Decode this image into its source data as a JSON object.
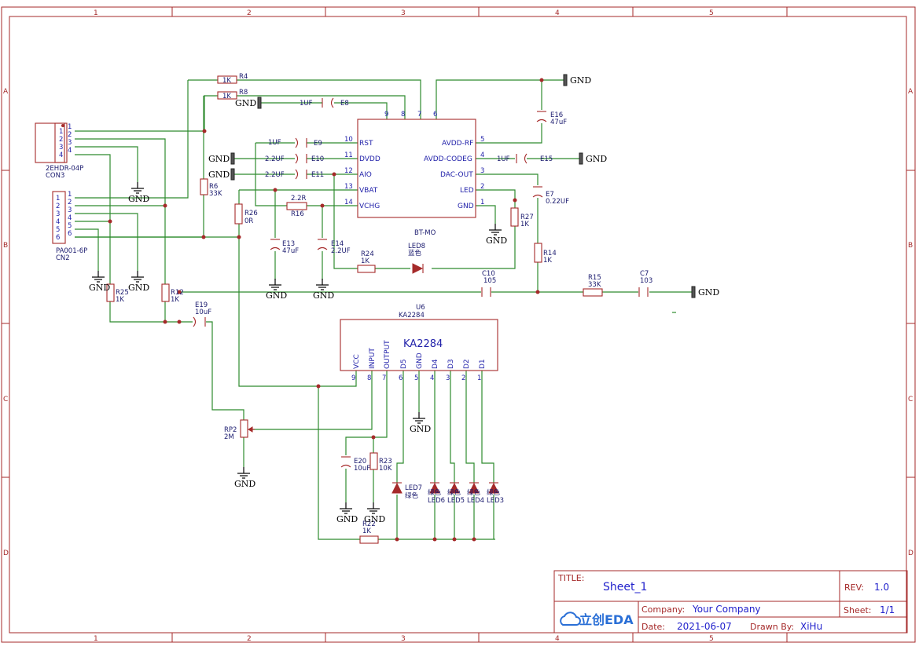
{
  "zones": {
    "cols": [
      "1",
      "2",
      "3",
      "4",
      "5"
    ],
    "rows": [
      "A",
      "B",
      "C",
      "D"
    ]
  },
  "title_block": {
    "title_label": "TITLE:",
    "title": "Sheet_1",
    "rev_label": "REV:",
    "rev": "1.0",
    "company_label": "Company:",
    "company": "Your Company",
    "sheet_label": "Sheet:",
    "sheet": "1/1",
    "date_label": "Date:",
    "date": "2021-06-07",
    "drawn_label": "Drawn By:",
    "drawn": "XiHu",
    "logo": "立创EDA"
  },
  "bt_module": {
    "ref": "BT-MO",
    "pins_left": [
      {
        "num": "10",
        "name": "RST"
      },
      {
        "num": "11",
        "name": "DVDD"
      },
      {
        "num": "12",
        "name": "AIO"
      },
      {
        "num": "13",
        "name": "VBAT"
      },
      {
        "num": "14",
        "name": "VCHG"
      }
    ],
    "pins_right": [
      {
        "num": "5",
        "name": "AVDD-RF"
      },
      {
        "num": "4",
        "name": "AVDD-CODEG"
      },
      {
        "num": "3",
        "name": "DAC-OUT"
      },
      {
        "num": "2",
        "name": "LED"
      },
      {
        "num": "1",
        "name": "GND"
      }
    ],
    "pins_top": [
      "9",
      "8",
      "7",
      "6"
    ]
  },
  "u6": {
    "ref": "U6",
    "value": "KA2284",
    "name": "KA2284",
    "pins": [
      {
        "num": "9",
        "name": "VCC"
      },
      {
        "num": "8",
        "name": "INPUT"
      },
      {
        "num": "7",
        "name": "OUTPUT"
      },
      {
        "num": "6",
        "name": "D5"
      },
      {
        "num": "5",
        "name": "GND"
      },
      {
        "num": "4",
        "name": "D4"
      },
      {
        "num": "3",
        "name": "D3"
      },
      {
        "num": "2",
        "name": "D2"
      },
      {
        "num": "1",
        "name": "D1"
      }
    ]
  },
  "con3": {
    "ref": "CON3",
    "value": "2EHDR-04P",
    "pins": [
      "1",
      "2",
      "3",
      "4"
    ],
    "pins_out": [
      "1",
      "2",
      "3",
      "4"
    ]
  },
  "cn2": {
    "ref": "CN2",
    "value": "PA001-6P",
    "pins": [
      "1",
      "2",
      "3",
      "4",
      "5",
      "6"
    ],
    "pins_out": [
      "1",
      "2",
      "3",
      "4",
      "5",
      "6"
    ]
  },
  "resistors": {
    "r4": {
      "ref": "R4",
      "value": "1K"
    },
    "r8": {
      "ref": "R8",
      "value": "1K"
    },
    "r6": {
      "ref": "R6",
      "value": "33K"
    },
    "r16": {
      "ref": "R16",
      "value": "2.2R"
    },
    "r26": {
      "ref": "R26",
      "value": "0R"
    },
    "r27": {
      "ref": "R27",
      "value": "1K"
    },
    "r14": {
      "ref": "R14",
      "value": "1K"
    },
    "r24": {
      "ref": "R24",
      "value": "1K"
    },
    "r15": {
      "ref": "R15",
      "value": "33K"
    },
    "r25": {
      "ref": "R25",
      "value": "1K"
    },
    "r12": {
      "ref": "R12",
      "value": "1K"
    },
    "r23": {
      "ref": "R23",
      "value": "10K"
    },
    "r22": {
      "ref": "R22",
      "value": "1K"
    },
    "rp2": {
      "ref": "RP2",
      "value": "2M"
    }
  },
  "capacitors": {
    "e8": {
      "ref": "E8",
      "value": "1UF"
    },
    "e9": {
      "ref": "E9",
      "value": "1UF"
    },
    "e10": {
      "ref": "E10",
      "value": "2.2UF"
    },
    "e11": {
      "ref": "E11",
      "value": "2.2UF"
    },
    "e16": {
      "ref": "E16",
      "value": "47uF"
    },
    "e15": {
      "ref": "E15",
      "value": "1UF"
    },
    "e7": {
      "ref": "E7",
      "value": "0.22UF"
    },
    "e13": {
      "ref": "E13",
      "value": "47uF"
    },
    "e14": {
      "ref": "E14",
      "value": "2.2UF"
    },
    "c10": {
      "ref": "C10",
      "value": "105"
    },
    "c7": {
      "ref": "C7",
      "value": "103"
    },
    "e19": {
      "ref": "E19",
      "value": "10uF"
    },
    "e20": {
      "ref": "E20",
      "value": "10uF"
    }
  },
  "leds": {
    "led8": {
      "ref": "LED8",
      "value": "蓝色"
    },
    "led7": {
      "ref": "LED7",
      "value": "绿色"
    },
    "led6": {
      "ref": "LED6",
      "value": "绿色"
    },
    "led5": {
      "ref": "LED5",
      "value": "绿色"
    },
    "led4": {
      "ref": "LED4",
      "value": "绿色"
    },
    "led3": {
      "ref": "LED3",
      "value": "绿色"
    }
  },
  "gnd_label": "GND"
}
